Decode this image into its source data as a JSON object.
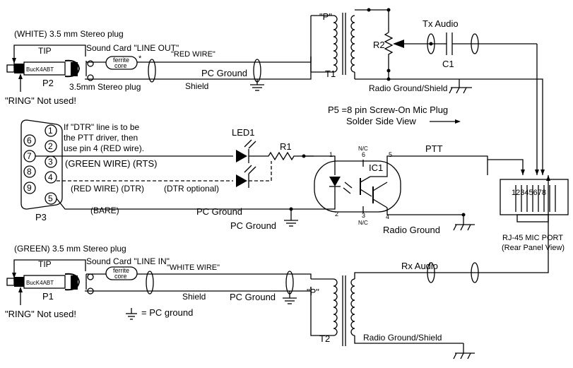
{
  "top_plug": {
    "title": "(WHITE) 3.5 mm Stereo plug",
    "tip": "TIP",
    "plug_id": "P2",
    "plug_marking": "BucK4ABT",
    "ring_note": "\"RING\" Not used!",
    "jack_label": "3.5mm Stereo plug",
    "soundcard": "Sound Card \"LINE OUT\"",
    "ferrite_1": "ferrite",
    "ferrite_2": "core",
    "asterisk": "*",
    "wire": "\"RED WIRE\"",
    "ground": "PC Ground",
    "shield": "Shield"
  },
  "tx_section": {
    "transformer_p": "\"P\"",
    "transformer_id": "T1",
    "pot_id": "R2",
    "tx_audio": "Tx Audio",
    "cap_id": "C1",
    "radio_ground": "Radio Ground/Shield"
  },
  "note_p5_1": "P5 =8 pin Screw-On Mic Plug",
  "note_p5_2": "Solder Side View",
  "db9": {
    "id": "P3",
    "pins": [
      "1",
      "2",
      "3",
      "4",
      "5",
      "6",
      "7",
      "8",
      "9"
    ],
    "dtr_note": [
      "If \"DTR\" line is to be",
      "the PTT driver, then",
      "use pin 4 (RED wire)."
    ],
    "rts": "(GREEN WIRE) (RTS)",
    "dtr": "(RED WIRE) (DTR)",
    "dtr_opt": "(DTR optional)",
    "bare": "(BARE)",
    "pc_ground_line": "PC Ground",
    "pc_ground_sym": "PC Ground"
  },
  "opto": {
    "led_id": "LED1",
    "res_id": "R1",
    "ic_id": "IC1",
    "nc": "N/C",
    "pin_1": "1",
    "pin_2": "2",
    "pin_3": "3",
    "pin_4": "4",
    "pin_5": "5",
    "pin_6": "6",
    "ptt": "PTT",
    "radio_ground": "Radio Ground"
  },
  "rj45": {
    "pins": "12345678",
    "label_1": "RJ-45 MIC PORT",
    "label_2": "(Rear Panel View)"
  },
  "bottom_plug": {
    "title": "(GREEN) 3.5 mm Stereo plug",
    "tip": "TIP",
    "plug_id": "P1",
    "plug_marking": "BucK4ABT",
    "ring_note": "\"RING\" Not used!",
    "soundcard": "Sound Card \"LINE IN\"",
    "ferrite_1": "ferrite",
    "ferrite_2": "core",
    "wire": "\"WHITE WIRE\"",
    "shield": "Shield",
    "ground": "PC Ground",
    "legend": "= PC ground"
  },
  "rx_section": {
    "rx_audio": "Rx Audio",
    "transformer_p": "\"P\"",
    "transformer_id": "T2",
    "radio_ground": "Radio Ground/Shield"
  }
}
